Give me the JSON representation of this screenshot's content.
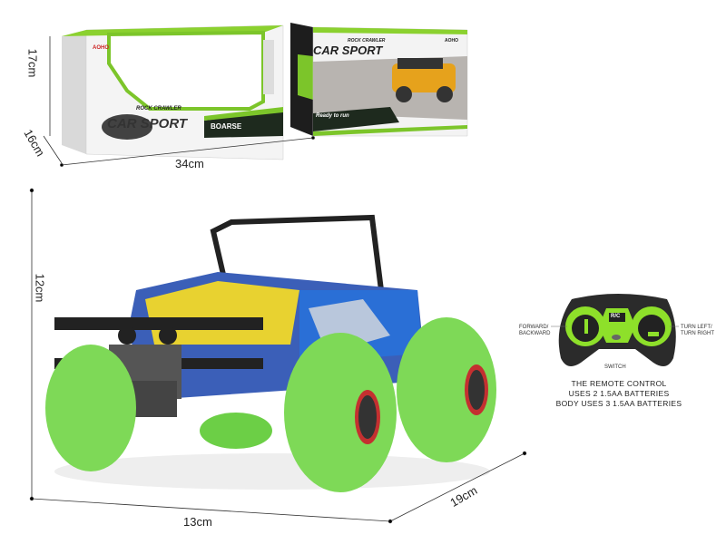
{
  "packaging": {
    "brand": "AOHO",
    "subtitle": "ROCK CRAWLER",
    "logo_text": "CAR SPORT",
    "side_label": "BOARSE",
    "tagline": "Ready to run",
    "dimensions": {
      "height": "17cm",
      "depth": "16cm",
      "width": "34cm"
    }
  },
  "product": {
    "dimensions": {
      "height": "12cm",
      "length": "13cm",
      "width": "19cm"
    },
    "colors": {
      "tire": "#7ed957",
      "body_accent": "#2a6fd6",
      "frame": "#222222"
    }
  },
  "remote": {
    "badge": "R/C",
    "labels": {
      "left": "FORWARD/ BACKWARD",
      "right": "TURN LEFT/ TURN RIGHT",
      "switch": "SWITCH"
    },
    "notes": [
      "THE REMOTE CONTROL",
      "USES 2 1.5AA BATTERIES",
      "BODY USES 3 1.5AA BATTERIES"
    ],
    "accent": "#8ee02a"
  }
}
